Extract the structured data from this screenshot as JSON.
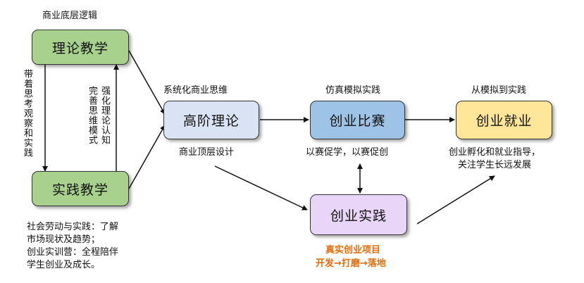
{
  "boxes": {
    "theory": "理论教学",
    "practice": "实践教学",
    "advanced": "高阶理论",
    "competition": "创业比赛",
    "employment": "创业就业",
    "entrepreneurship": "创业实践"
  },
  "labels": {
    "business_logic": "商业底层逻辑",
    "left_down": "带着思考观察和实践",
    "right_up_col1": "强化理论认知",
    "right_up_col2": "完善思维模式",
    "systematic": "系统化商业思维",
    "top_design": "商业顶层设计",
    "simulation": "仿真模拟实践",
    "competition_desc": "以赛促学，以赛促创",
    "sim_to_practice": "从模拟到实践",
    "incubation_line1": "创业孵化和就业指导，",
    "incubation_line2": "关注学生长远发展",
    "practice_line1": "社会劳动与实践：了解",
    "practice_line2": "市场现状及趋势；",
    "practice_line3": "创业实训营：全程陪伴",
    "practice_line4": "学生创业及成长。",
    "real_project": "真实创业项目",
    "flow": "开发→打磨→落地"
  },
  "colors": {
    "green": "#a9d18e",
    "blue_light": "#dae3f3",
    "blue": "#9dc3e6",
    "yellow": "#ffe699",
    "purple": "#e8d5f7",
    "orange": "#e46c0a"
  }
}
